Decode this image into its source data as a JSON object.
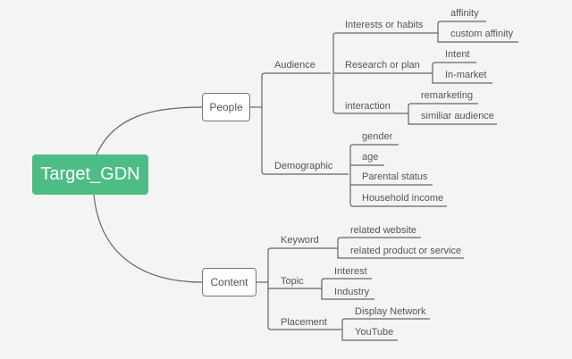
{
  "root": {
    "label": "Target_GDN",
    "color": "#4dbd85"
  },
  "people": {
    "label": "People",
    "audience": {
      "label": "Audience",
      "interests": {
        "label": "Interests or habits",
        "children": [
          "affinity",
          "custom affinity"
        ]
      },
      "research": {
        "label": "Research or plan",
        "children": [
          "Intent",
          "In-market"
        ]
      },
      "interaction": {
        "label": "interaction",
        "children": [
          "remarketing",
          "similiar audience"
        ]
      }
    },
    "demographic": {
      "label": "Demographic",
      "children": [
        "gender",
        "age",
        "Parental status",
        "Household income"
      ]
    }
  },
  "content": {
    "label": "Content",
    "keyword": {
      "label": "Keyword",
      "children": [
        "related website",
        "related product or service"
      ]
    },
    "topic": {
      "label": "Topic",
      "children": [
        "Interest",
        "Industry"
      ]
    },
    "placement": {
      "label": "Placement",
      "children": [
        "Display Network",
        "YouTube"
      ]
    }
  }
}
